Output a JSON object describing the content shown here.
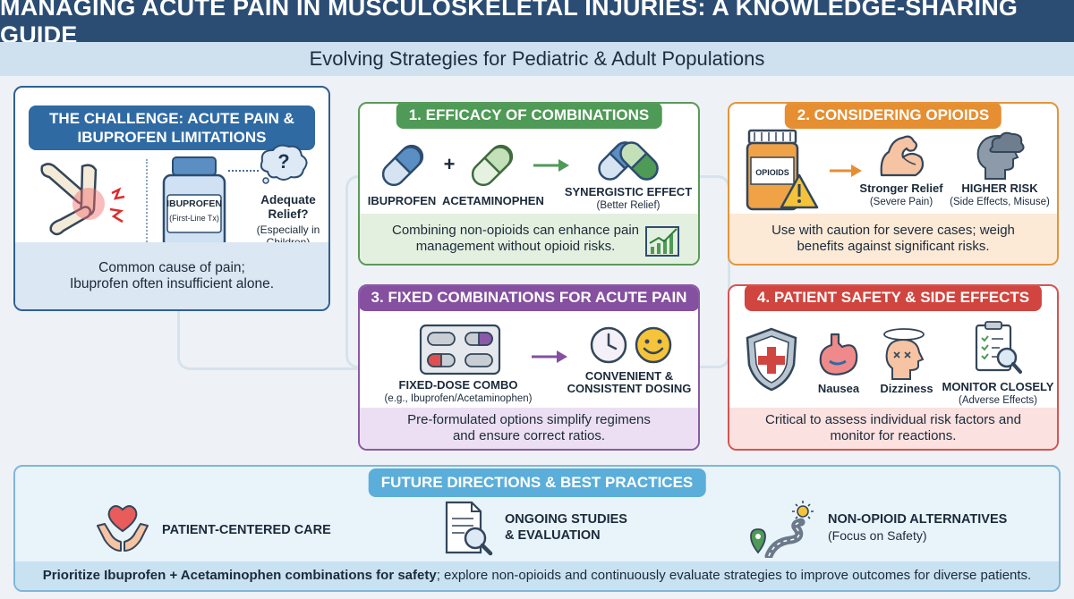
{
  "header": {
    "title": "MANAGING ACUTE PAIN IN MUSCULOSKELETAL INJURIES: A KNOWLEDGE-SHARING GUIDE",
    "subtitle": "Evolving Strategies for Pediatric & Adult Populations"
  },
  "challenge": {
    "title": "THE CHALLENGE: ACUTE PAIN & IBUPROFEN LIMITATIONS",
    "bottle_label": "IBUPROFEN",
    "bottle_sub": "(First-Line Tx)",
    "question_title": "Adequate Relief?",
    "question_sub": "(Especially in Children)",
    "question_mark": "?",
    "footer": "Common cause of pain; Ibuprofen often insufficient alone."
  },
  "efficacy": {
    "title": "1. EFFICACY OF COMBINATIONS",
    "item1": "IBUPROFEN",
    "plus": "+",
    "item2": "ACETAMINOPHEN",
    "result": "SYNERGISTIC EFFECT",
    "result_sub": "(Better Relief)",
    "footer": "Combining non-opioids can enhance pain management without opioid risks."
  },
  "opioids": {
    "title": "2. CONSIDERING OPIOIDS",
    "bottle_label": "OPIOIDS",
    "benefit": "Stronger Relief",
    "benefit_sub": "(Severe Pain)",
    "risk": "HIGHER RISK",
    "risk_sub": "(Side Effects, Misuse)",
    "footer": "Use with caution for severe cases; weigh benefits against significant risks."
  },
  "fixed": {
    "title": "3. FIXED COMBINATIONS FOR ACUTE PAIN",
    "combo": "FIXED-DOSE COMBO",
    "combo_sub": "(e.g., Ibuprofen/Acetaminophen)",
    "result": "CONVENIENT & CONSISTENT DOSING",
    "footer": "Pre-formulated options simplify regimens and ensure correct ratios."
  },
  "safety": {
    "title": "4. PATIENT SAFETY & SIDE EFFECTS",
    "nausea": "Nausea",
    "dizziness": "Dizziness",
    "monitor": "MONITOR CLOSELY",
    "monitor_sub": "(Adverse Effects)",
    "footer": "Critical to assess individual risk factors and monitor for reactions."
  },
  "future": {
    "title": "FUTURE DIRECTIONS & BEST PRACTICES",
    "item1": "PATIENT-CENTERED CARE",
    "item2_line1": "ONGOING STUDIES",
    "item2_line2": "& EVALUATION",
    "item3": "NON-OPIOID ALTERNATIVES",
    "item3_sub": "(Focus on Safety)",
    "footer_bold": "Prioritize Ibuprofen + Acetaminophen combinations for safety",
    "footer_rest": "; explore non-opioids and continuously evaluate strategies to improve outcomes for diverse patients."
  },
  "colors": {
    "header": "#2b4d74",
    "challenge": "#2f6aa3",
    "efficacy": "#4f9a56",
    "opioids": "#e58f32",
    "fixed": "#84509f",
    "safety": "#d0453f",
    "future": "#5aaed9"
  }
}
